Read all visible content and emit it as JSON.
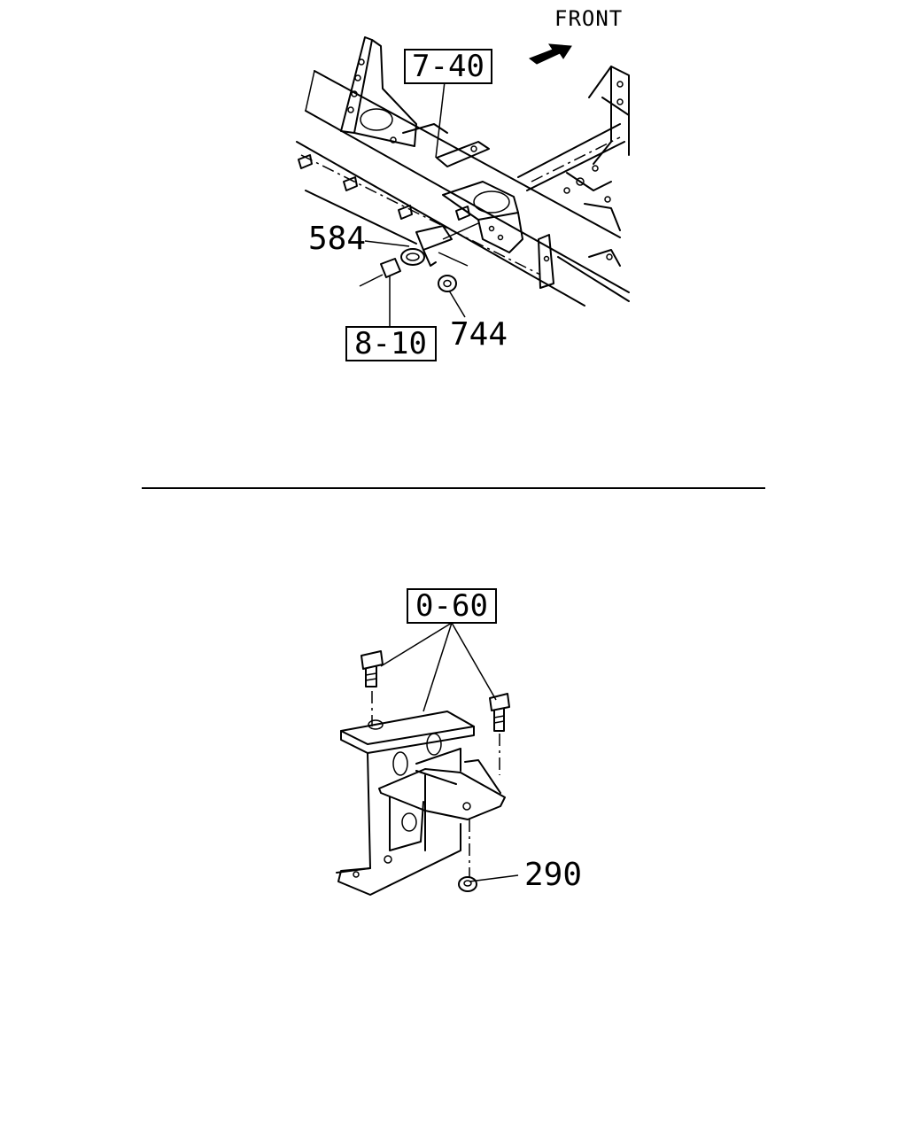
{
  "upper_diagram": {
    "direction_label": "FRONT",
    "refs": [
      "7-40",
      "8-10"
    ],
    "callouts": [
      "584",
      "744"
    ]
  },
  "lower_diagram": {
    "refs": [
      "0-60"
    ],
    "callouts": [
      "290"
    ]
  },
  "icons": {
    "direction": "front-arrow-icon"
  }
}
